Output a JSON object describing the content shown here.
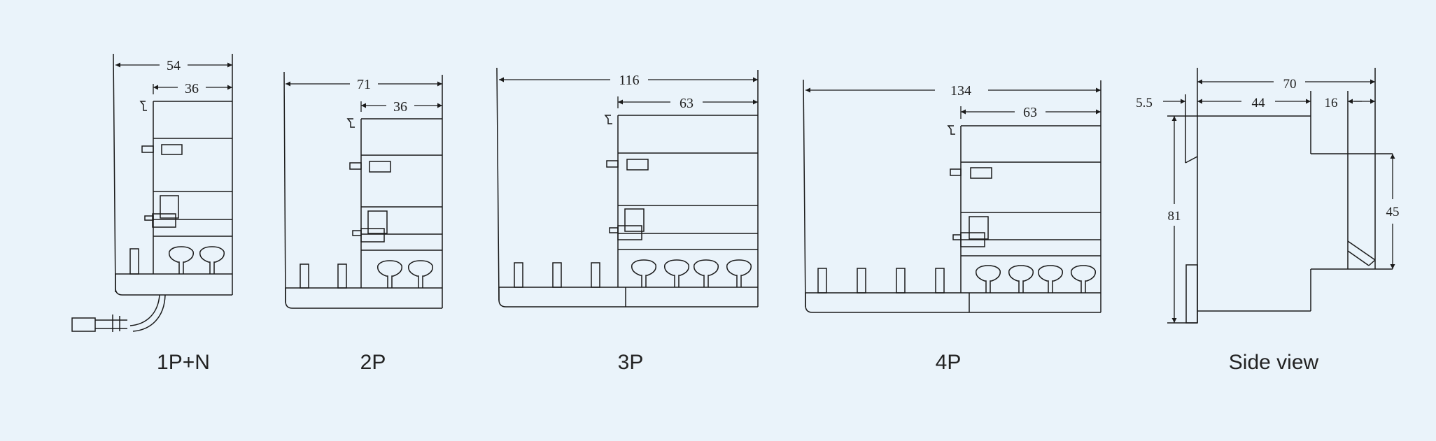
{
  "background": "#eaf3fa",
  "line_color": "#1a1a1a",
  "text_color": "#222222",
  "views": [
    {
      "caption": "1P+N",
      "overall": "54",
      "module": "36"
    },
    {
      "caption": "2P",
      "overall": "71",
      "module": "36"
    },
    {
      "caption": "3P",
      "overall": "116",
      "module": "63"
    },
    {
      "caption": "4P",
      "overall": "134",
      "module": "63"
    }
  ],
  "side_view": {
    "caption": "Side view",
    "depth": "70",
    "front_depth": "44",
    "rear_depth": "16",
    "lever": "5.5",
    "height": "81",
    "front_height": "45"
  }
}
